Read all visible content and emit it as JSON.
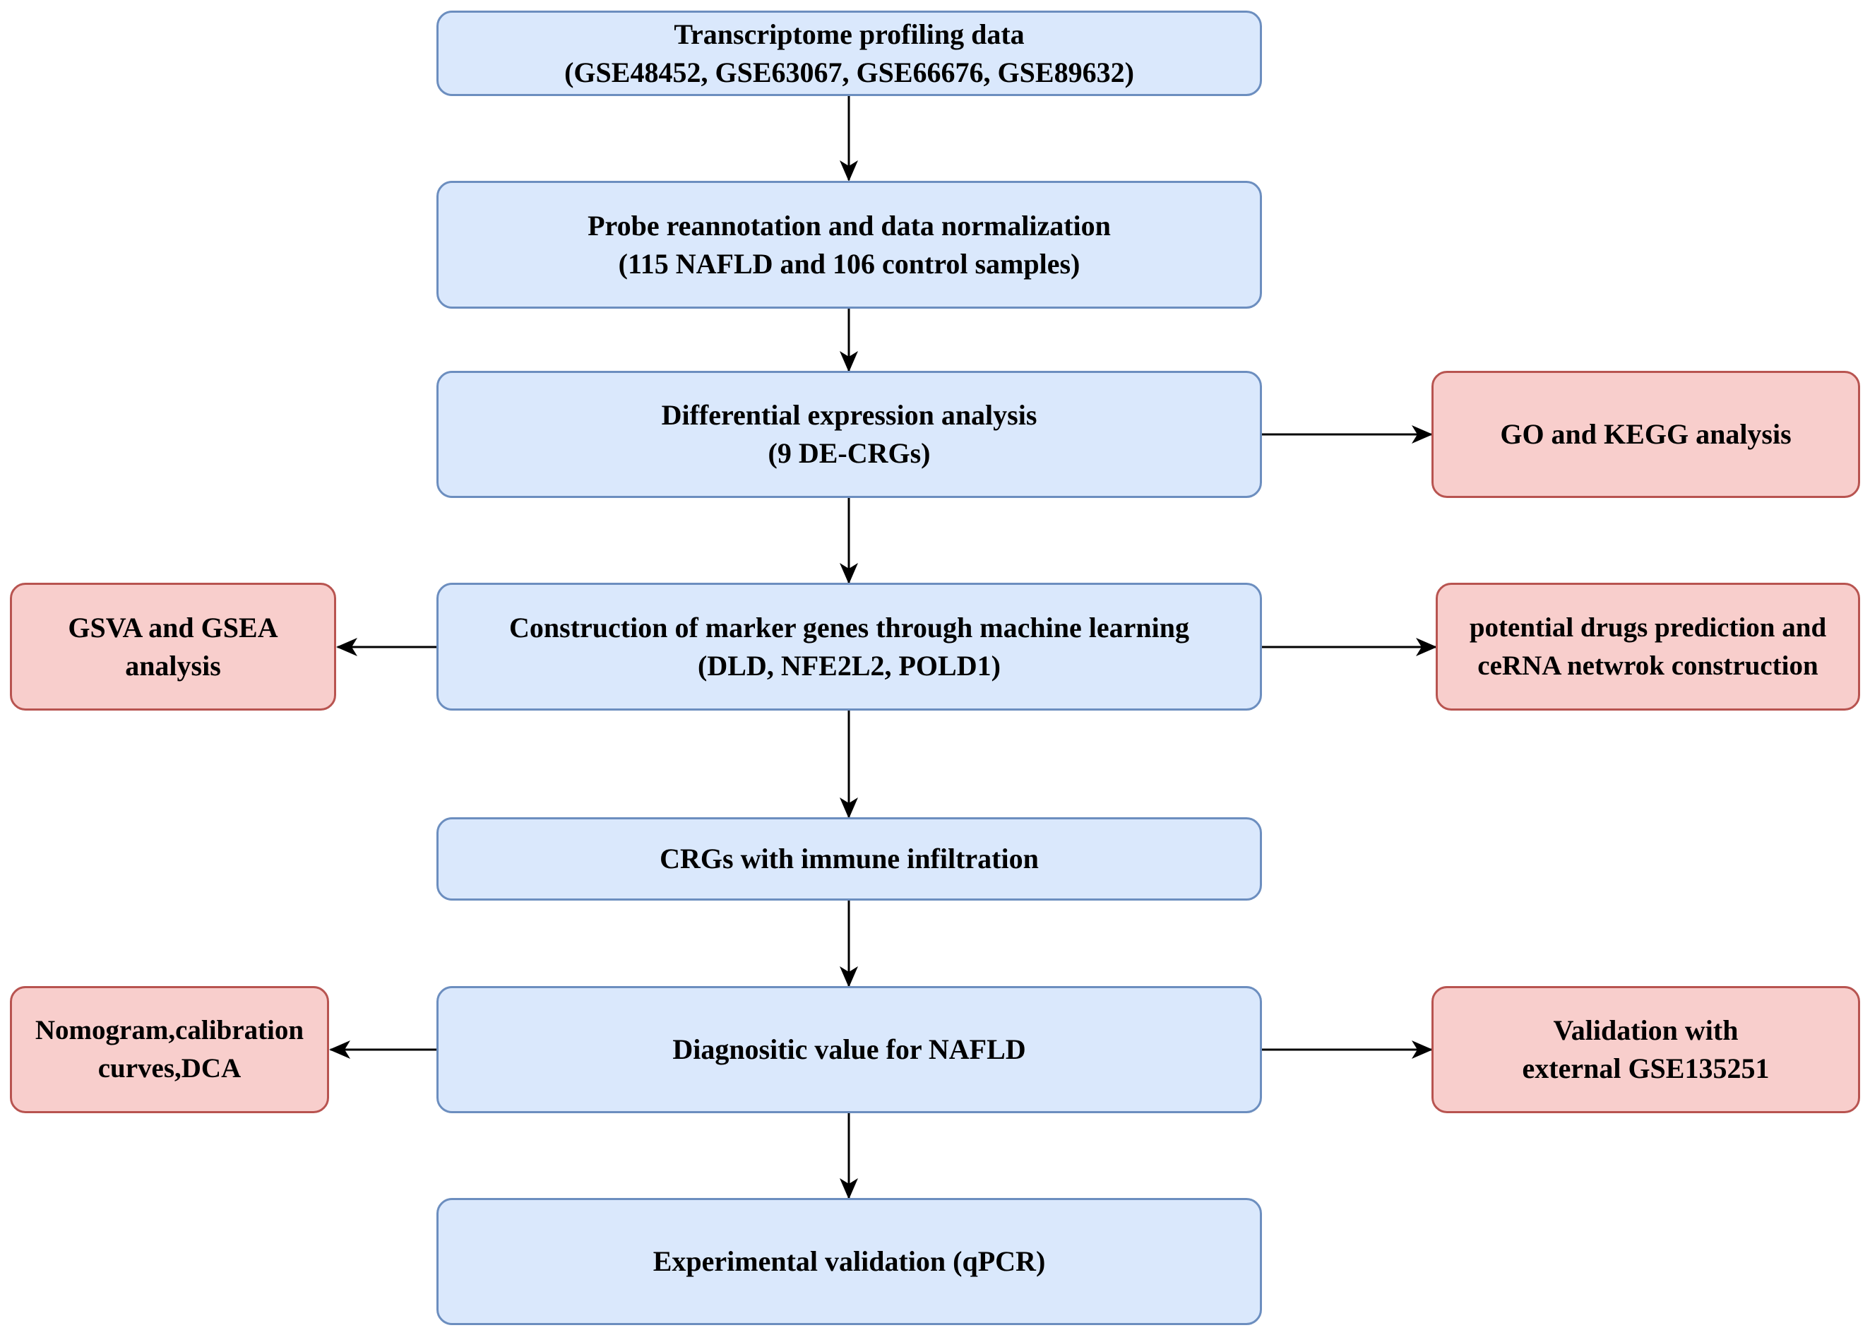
{
  "colors": {
    "main_fill": "#dae8fc",
    "main_border": "#6c8ebf",
    "side_fill": "#f8cecc",
    "side_border": "#b85450",
    "arrow": "#000000"
  },
  "main_steps": [
    {
      "line1": "Transcriptome profiling data",
      "line2": "(GSE48452, GSE63067, GSE66676, GSE89632)"
    },
    {
      "line1": "Probe reannotation and data normalization",
      "line2": "(115 NAFLD and 106 control samples)"
    },
    {
      "line1": "Differential expression analysis",
      "line2": "(9 DE-CRGs)"
    },
    {
      "line1": "Construction of marker genes through machine learning",
      "line2": "(DLD, NFE2L2, POLD1)"
    },
    {
      "line1": "CRGs with immune infiltration",
      "line2": ""
    },
    {
      "line1": "Diagnositic value for NAFLD",
      "line2": ""
    },
    {
      "line1": "Experimental validation (qPCR)",
      "line2": ""
    }
  ],
  "side_boxes": {
    "go_kegg": {
      "line1": "GO and KEGG analysis",
      "line2": ""
    },
    "gsva_gsea": {
      "line1": "GSVA and GSEA",
      "line2": "analysis"
    },
    "drugs_cerna": {
      "line1": "potential drugs prediction and",
      "line2": "ceRNA netwrok construction"
    },
    "nomogram": {
      "line1": "Nomogram,calibration",
      "line2": "curves,DCA"
    },
    "validation_external": {
      "line1": "Validation with",
      "line2": "external GSE135251"
    }
  }
}
